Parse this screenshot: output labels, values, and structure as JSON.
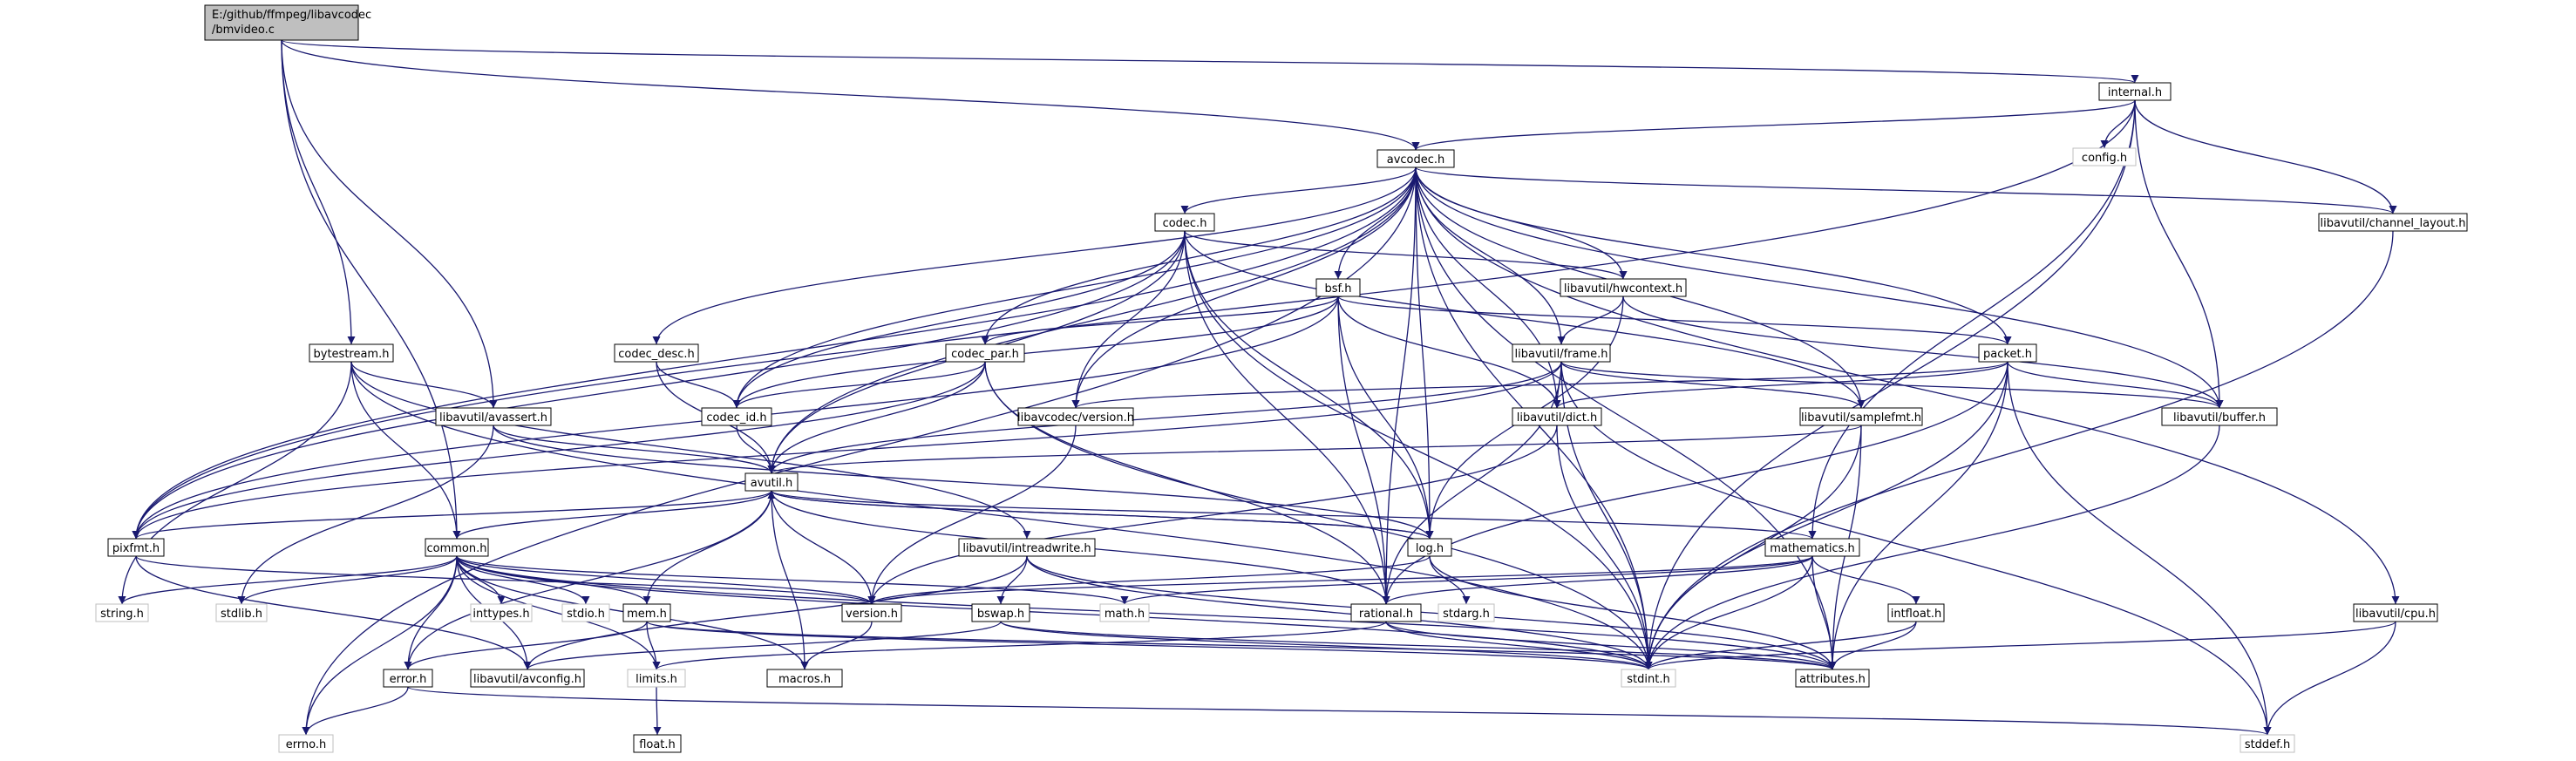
{
  "colors": {
    "edge": "#191970",
    "root_fill": "#bfbfbf",
    "node_fill": "#ffffff",
    "external_border": "#bfbfbf"
  },
  "nodes": [
    {
      "id": "root",
      "lines": [
        "E:/github/ffmpeg/libavcodec",
        "/bmvideo.c"
      ],
      "kind": "root"
    },
    {
      "id": "internal",
      "lines": [
        "internal.h"
      ],
      "kind": "normal"
    },
    {
      "id": "config",
      "lines": [
        "config.h"
      ],
      "kind": "ext"
    },
    {
      "id": "avcodec",
      "lines": [
        "avcodec.h"
      ],
      "kind": "normal"
    },
    {
      "id": "channel_layout",
      "lines": [
        "libavutil/channel_layout.h"
      ],
      "kind": "normal"
    },
    {
      "id": "codec",
      "lines": [
        "codec.h"
      ],
      "kind": "normal"
    },
    {
      "id": "hwcontext",
      "lines": [
        "libavutil/hwcontext.h"
      ],
      "kind": "normal"
    },
    {
      "id": "bsf",
      "lines": [
        "bsf.h"
      ],
      "kind": "normal"
    },
    {
      "id": "bytestream",
      "lines": [
        "bytestream.h"
      ],
      "kind": "normal"
    },
    {
      "id": "codec_desc",
      "lines": [
        "codec_desc.h"
      ],
      "kind": "normal"
    },
    {
      "id": "codec_par",
      "lines": [
        "codec_par.h"
      ],
      "kind": "normal"
    },
    {
      "id": "frame",
      "lines": [
        "libavutil/frame.h"
      ],
      "kind": "normal"
    },
    {
      "id": "packet",
      "lines": [
        "packet.h"
      ],
      "kind": "normal"
    },
    {
      "id": "avassert",
      "lines": [
        "libavutil/avassert.h"
      ],
      "kind": "normal"
    },
    {
      "id": "codec_id",
      "lines": [
        "codec_id.h"
      ],
      "kind": "normal"
    },
    {
      "id": "lavcversion",
      "lines": [
        "libavcodec/version.h"
      ],
      "kind": "normal"
    },
    {
      "id": "dict",
      "lines": [
        "libavutil/dict.h"
      ],
      "kind": "normal"
    },
    {
      "id": "samplefmt",
      "lines": [
        "libavutil/samplefmt.h"
      ],
      "kind": "normal"
    },
    {
      "id": "buffer",
      "lines": [
        "libavutil/buffer.h"
      ],
      "kind": "normal"
    },
    {
      "id": "avutil",
      "lines": [
        "avutil.h"
      ],
      "kind": "normal"
    },
    {
      "id": "pixfmt",
      "lines": [
        "pixfmt.h"
      ],
      "kind": "normal"
    },
    {
      "id": "common",
      "lines": [
        "common.h"
      ],
      "kind": "normal"
    },
    {
      "id": "intreadwrite",
      "lines": [
        "libavutil/intreadwrite.h"
      ],
      "kind": "normal"
    },
    {
      "id": "log",
      "lines": [
        "log.h"
      ],
      "kind": "normal"
    },
    {
      "id": "mathematics",
      "lines": [
        "mathematics.h"
      ],
      "kind": "normal"
    },
    {
      "id": "string",
      "lines": [
        "string.h"
      ],
      "kind": "ext"
    },
    {
      "id": "stdlib",
      "lines": [
        "stdlib.h"
      ],
      "kind": "ext"
    },
    {
      "id": "inttypes",
      "lines": [
        "inttypes.h"
      ],
      "kind": "ext"
    },
    {
      "id": "stdio",
      "lines": [
        "stdio.h"
      ],
      "kind": "ext"
    },
    {
      "id": "mem",
      "lines": [
        "mem.h"
      ],
      "kind": "normal"
    },
    {
      "id": "version",
      "lines": [
        "version.h"
      ],
      "kind": "normal"
    },
    {
      "id": "bswap",
      "lines": [
        "bswap.h"
      ],
      "kind": "normal"
    },
    {
      "id": "math",
      "lines": [
        "math.h"
      ],
      "kind": "ext"
    },
    {
      "id": "rational",
      "lines": [
        "rational.h"
      ],
      "kind": "normal"
    },
    {
      "id": "stdarg",
      "lines": [
        "stdarg.h"
      ],
      "kind": "ext"
    },
    {
      "id": "intfloat",
      "lines": [
        "intfloat.h"
      ],
      "kind": "normal"
    },
    {
      "id": "cpu",
      "lines": [
        "libavutil/cpu.h"
      ],
      "kind": "normal"
    },
    {
      "id": "error",
      "lines": [
        "error.h"
      ],
      "kind": "normal"
    },
    {
      "id": "avconfig",
      "lines": [
        "libavutil/avconfig.h"
      ],
      "kind": "normal"
    },
    {
      "id": "limits",
      "lines": [
        "limits.h"
      ],
      "kind": "ext"
    },
    {
      "id": "macros",
      "lines": [
        "macros.h"
      ],
      "kind": "normal"
    },
    {
      "id": "stdint",
      "lines": [
        "stdint.h"
      ],
      "kind": "ext"
    },
    {
      "id": "attributes",
      "lines": [
        "attributes.h"
      ],
      "kind": "normal"
    },
    {
      "id": "errno",
      "lines": [
        "errno.h"
      ],
      "kind": "ext"
    },
    {
      "id": "float",
      "lines": [
        "float.h"
      ],
      "kind": "normal"
    },
    {
      "id": "stddef",
      "lines": [
        "stddef.h"
      ],
      "kind": "ext"
    }
  ],
  "edges": [
    [
      "root",
      "internal"
    ],
    [
      "root",
      "avcodec"
    ],
    [
      "root",
      "bytestream"
    ],
    [
      "root",
      "avassert"
    ],
    [
      "root",
      "common"
    ],
    [
      "internal",
      "config"
    ],
    [
      "internal",
      "avcodec"
    ],
    [
      "internal",
      "channel_layout"
    ],
    [
      "internal",
      "buffer"
    ],
    [
      "internal",
      "pixfmt"
    ],
    [
      "internal",
      "mathematics"
    ],
    [
      "internal",
      "stdint"
    ],
    [
      "avcodec",
      "codec"
    ],
    [
      "avcodec",
      "bsf"
    ],
    [
      "avcodec",
      "codec_desc"
    ],
    [
      "avcodec",
      "codec_par"
    ],
    [
      "avcodec",
      "frame"
    ],
    [
      "avcodec",
      "packet"
    ],
    [
      "avcodec",
      "hwcontext"
    ],
    [
      "avcodec",
      "codec_id"
    ],
    [
      "avcodec",
      "lavcversion"
    ],
    [
      "avcodec",
      "dict"
    ],
    [
      "avcodec",
      "samplefmt"
    ],
    [
      "avcodec",
      "buffer"
    ],
    [
      "avcodec",
      "avutil"
    ],
    [
      "avcodec",
      "pixfmt"
    ],
    [
      "avcodec",
      "log"
    ],
    [
      "avcodec",
      "rational"
    ],
    [
      "avcodec",
      "errno"
    ],
    [
      "avcodec",
      "cpu"
    ],
    [
      "avcodec",
      "channel_layout"
    ],
    [
      "avcodec",
      "stdint"
    ],
    [
      "avcodec",
      "attributes"
    ],
    [
      "channel_layout",
      "stdint"
    ],
    [
      "codec",
      "hwcontext"
    ],
    [
      "codec",
      "codec_id"
    ],
    [
      "codec",
      "lavcversion"
    ],
    [
      "codec",
      "samplefmt"
    ],
    [
      "codec",
      "log"
    ],
    [
      "codec",
      "rational"
    ],
    [
      "codec",
      "avutil"
    ],
    [
      "codec",
      "pixfmt"
    ],
    [
      "codec",
      "stdint"
    ],
    [
      "hwcontext",
      "frame"
    ],
    [
      "hwcontext",
      "buffer"
    ],
    [
      "hwcontext",
      "log"
    ],
    [
      "bsf",
      "codec_id"
    ],
    [
      "bsf",
      "codec_par"
    ],
    [
      "bsf",
      "packet"
    ],
    [
      "bsf",
      "dict"
    ],
    [
      "bsf",
      "log"
    ],
    [
      "bsf",
      "rational"
    ],
    [
      "bsf",
      "pixfmt"
    ],
    [
      "bytestream",
      "avassert"
    ],
    [
      "bytestream",
      "common"
    ],
    [
      "bytestream",
      "intreadwrite"
    ],
    [
      "bytestream",
      "string"
    ],
    [
      "bytestream",
      "stdint"
    ],
    [
      "codec_desc",
      "codec_id"
    ],
    [
      "codec_desc",
      "avutil"
    ],
    [
      "codec_par",
      "codec_id"
    ],
    [
      "codec_par",
      "avutil"
    ],
    [
      "codec_par",
      "rational"
    ],
    [
      "codec_par",
      "pixfmt"
    ],
    [
      "codec_par",
      "stdint"
    ],
    [
      "frame",
      "dict"
    ],
    [
      "frame",
      "samplefmt"
    ],
    [
      "frame",
      "buffer"
    ],
    [
      "frame",
      "avutil"
    ],
    [
      "frame",
      "pixfmt"
    ],
    [
      "frame",
      "rational"
    ],
    [
      "frame",
      "stdint"
    ],
    [
      "frame",
      "stddef"
    ],
    [
      "packet",
      "buffer"
    ],
    [
      "packet",
      "dict"
    ],
    [
      "packet",
      "lavcversion"
    ],
    [
      "packet",
      "rational"
    ],
    [
      "packet",
      "attributes"
    ],
    [
      "packet",
      "stdint"
    ],
    [
      "packet",
      "stddef"
    ],
    [
      "avassert",
      "avutil"
    ],
    [
      "avassert",
      "log"
    ],
    [
      "avassert",
      "stdlib"
    ],
    [
      "codec_id",
      "avutil"
    ],
    [
      "lavcversion",
      "version"
    ],
    [
      "dict",
      "version"
    ],
    [
      "dict",
      "stdint"
    ],
    [
      "samplefmt",
      "avutil"
    ],
    [
      "samplefmt",
      "stdint"
    ],
    [
      "samplefmt",
      "attributes"
    ],
    [
      "buffer",
      "stdint"
    ],
    [
      "avutil",
      "common"
    ],
    [
      "avutil",
      "error"
    ],
    [
      "avutil",
      "version"
    ],
    [
      "avutil",
      "macros"
    ],
    [
      "avutil",
      "mathematics"
    ],
    [
      "avutil",
      "rational"
    ],
    [
      "avutil",
      "log"
    ],
    [
      "avutil",
      "pixfmt"
    ],
    [
      "pixfmt",
      "avconfig"
    ],
    [
      "pixfmt",
      "version"
    ],
    [
      "common",
      "string"
    ],
    [
      "common",
      "stdlib"
    ],
    [
      "common",
      "inttypes"
    ],
    [
      "common",
      "stdio"
    ],
    [
      "common",
      "math"
    ],
    [
      "common",
      "mem"
    ],
    [
      "common",
      "error"
    ],
    [
      "common",
      "avconfig"
    ],
    [
      "common",
      "errno"
    ],
    [
      "common",
      "limits"
    ],
    [
      "common",
      "macros"
    ],
    [
      "common",
      "attributes"
    ],
    [
      "common",
      "version"
    ],
    [
      "common",
      "stdint"
    ],
    [
      "intreadwrite",
      "bswap"
    ],
    [
      "intreadwrite",
      "avconfig"
    ],
    [
      "intreadwrite",
      "attributes"
    ],
    [
      "intreadwrite",
      "stdint"
    ],
    [
      "log",
      "avutil"
    ],
    [
      "log",
      "version"
    ],
    [
      "log",
      "stdarg"
    ],
    [
      "log",
      "attributes"
    ],
    [
      "mathematics",
      "rational"
    ],
    [
      "mathematics",
      "intfloat"
    ],
    [
      "mathematics",
      "math"
    ],
    [
      "mathematics",
      "stdint"
    ],
    [
      "mathematics",
      "attributes"
    ],
    [
      "mathematics",
      "version"
    ],
    [
      "mem",
      "avutil"
    ],
    [
      "mem",
      "error"
    ],
    [
      "mem",
      "limits"
    ],
    [
      "mem",
      "attributes"
    ],
    [
      "mem",
      "stdint"
    ],
    [
      "version",
      "macros"
    ],
    [
      "bswap",
      "avconfig"
    ],
    [
      "bswap",
      "attributes"
    ],
    [
      "bswap",
      "stdint"
    ],
    [
      "rational",
      "stdint"
    ],
    [
      "rational",
      "limits"
    ],
    [
      "rational",
      "attributes"
    ],
    [
      "intfloat",
      "stdint"
    ],
    [
      "intfloat",
      "attributes"
    ],
    [
      "cpu",
      "stdint"
    ],
    [
      "cpu",
      "stddef"
    ],
    [
      "error",
      "errno"
    ],
    [
      "error",
      "stddef"
    ],
    [
      "limits",
      "float"
    ]
  ]
}
